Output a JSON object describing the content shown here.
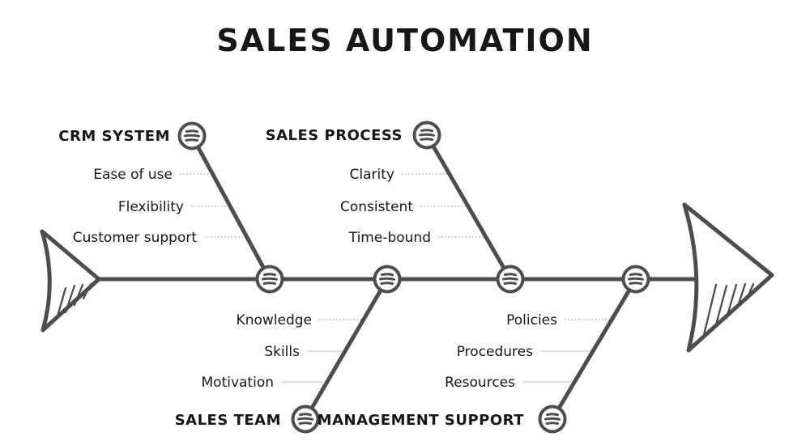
{
  "title": "SALES AUTOMATION",
  "diagram": {
    "type": "fishbone",
    "node_icon": "hamburger-lines-icon",
    "colors": {
      "line": "#4d4d4d",
      "text": "#171717",
      "connector_dotted": "#b3b3b3",
      "connector_solid": "#dedede",
      "background": "#ffffff"
    },
    "categories": [
      {
        "label": "CRM SYSTEM",
        "side": "top",
        "items": [
          "Ease of use",
          "Flexibility",
          "Customer support"
        ]
      },
      {
        "label": "SALES PROCESS",
        "side": "top",
        "items": [
          "Clarity",
          "Consistent",
          "Time-bound"
        ]
      },
      {
        "label": "SALES TEAM",
        "side": "bottom",
        "items": [
          "Knowledge",
          "Skills",
          "Motivation"
        ]
      },
      {
        "label": "MANAGEMENT SUPPORT",
        "side": "bottom",
        "items": [
          "Policies",
          "Procedures",
          "Resources"
        ]
      }
    ]
  }
}
